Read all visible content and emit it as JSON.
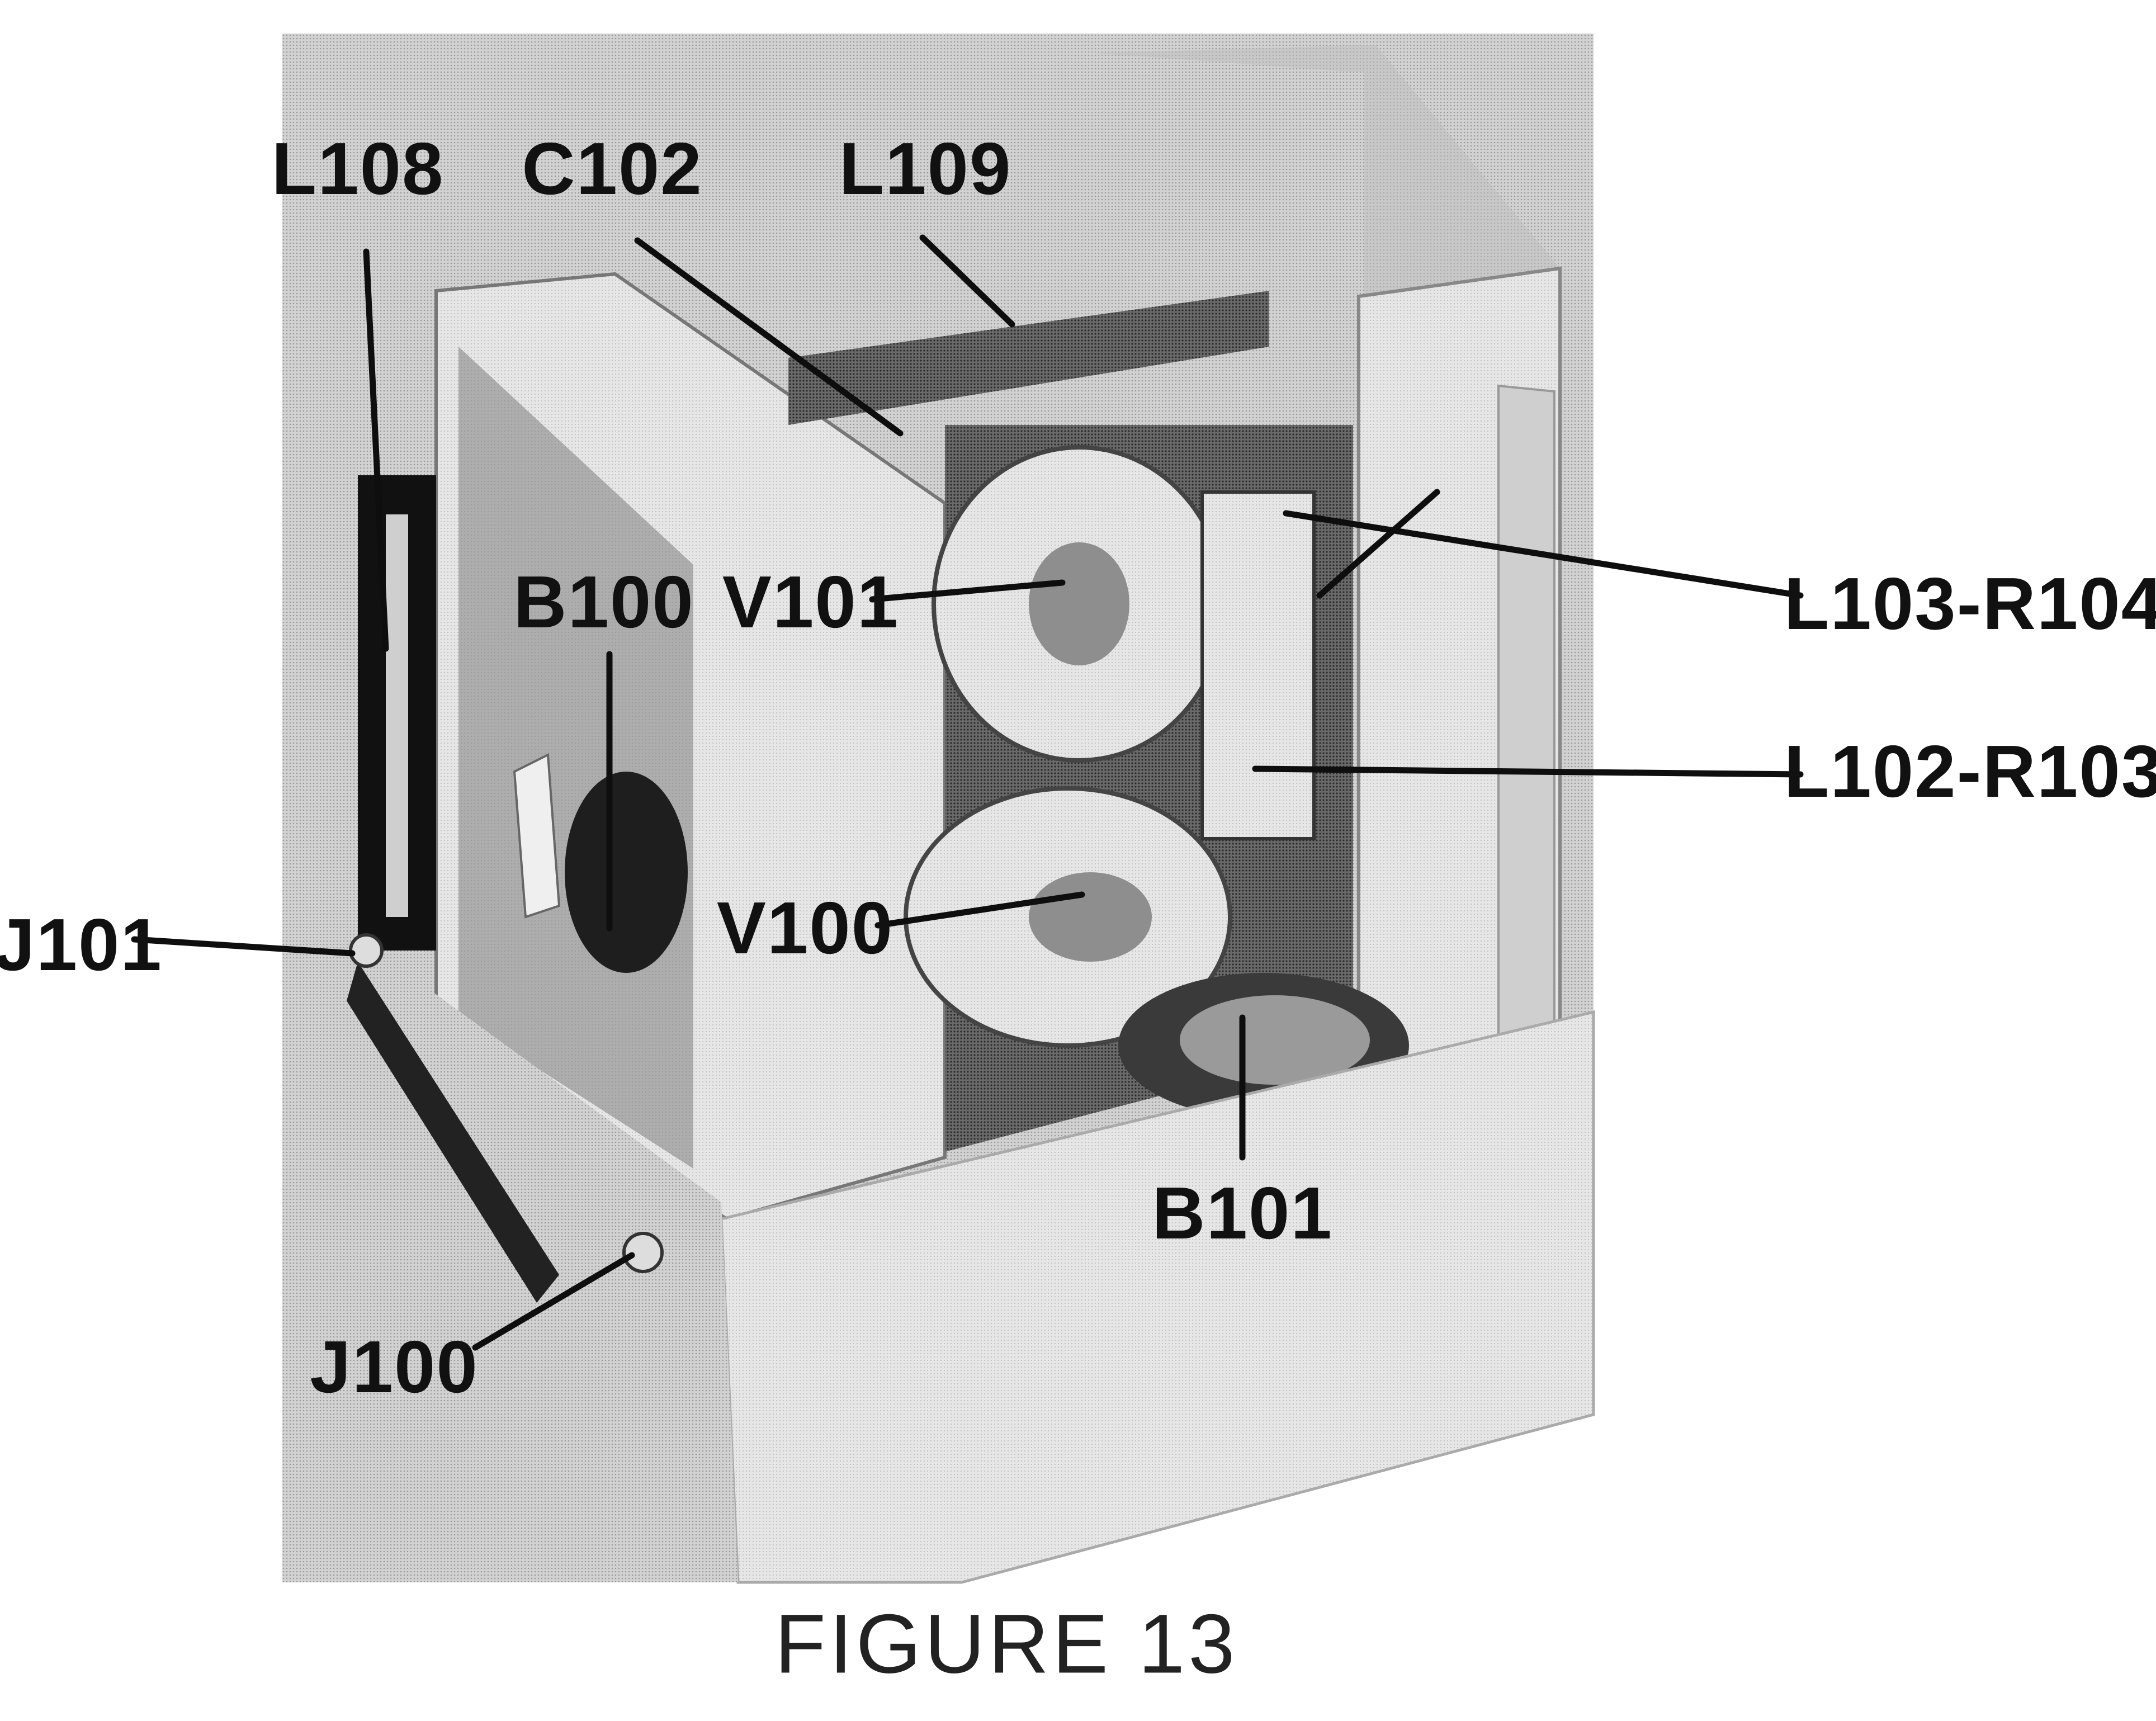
{
  "figure": {
    "caption": "FIGURE 13",
    "subject": "equipment chassis photograph with callouts"
  },
  "callouts": [
    {
      "id": "L108",
      "label": "L108"
    },
    {
      "id": "C102",
      "label": "C102"
    },
    {
      "id": "L109",
      "label": "L109"
    },
    {
      "id": "B100",
      "label": "B100"
    },
    {
      "id": "V101",
      "label": "V101"
    },
    {
      "id": "L103-R104",
      "label": "L103-R104"
    },
    {
      "id": "L102-R103",
      "label": "L102-R103"
    },
    {
      "id": "J101",
      "label": "J101"
    },
    {
      "id": "V100",
      "label": "V100"
    },
    {
      "id": "B101",
      "label": "B101"
    },
    {
      "id": "J100",
      "label": "J100"
    }
  ],
  "colors": {
    "background": "#ffffff",
    "photo_base": "#c9c9c9",
    "ink": "#111111"
  }
}
